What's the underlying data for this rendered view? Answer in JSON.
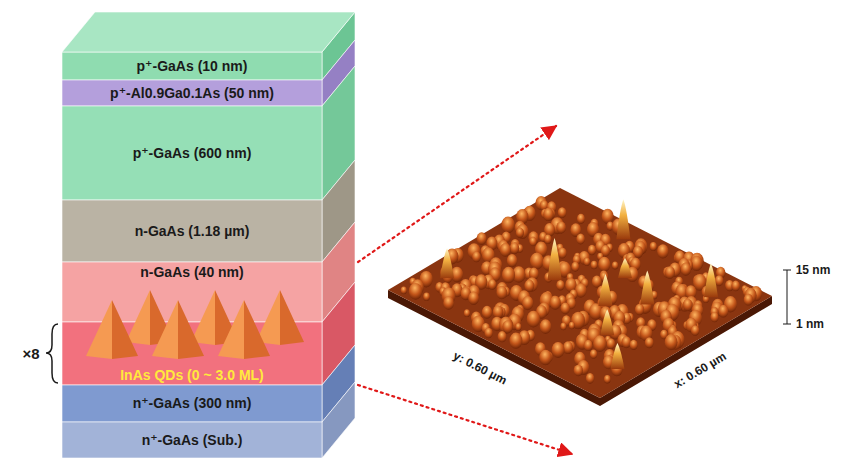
{
  "diagram": {
    "nodes": [
      {
        "text": [
          "p⁺-GaAs (10 nm)"
        ]
      },
      {
        "text": [
          "p⁺-Al0.9Ga0.1As (50 nm)"
        ]
      },
      {
        "text": [
          "p⁺-GaAs (600 nm)"
        ]
      },
      {
        "text": [
          "n-GaAs (1.18 µm)"
        ]
      },
      {
        "text": [
          "n-GaAs (40 nm)"
        ]
      },
      {
        "text": [
          "InAs QDs (0 ~ 3.0 ML)"
        ]
      },
      {
        "text": [
          "n⁺-GaAs (300 nm)"
        ]
      },
      {
        "text": [
          "n⁺-GaAs (Sub.)"
        ]
      }
    ],
    "labels": [
      "×8",
      "y: 0.60 µm",
      "x: 0.60 µm",
      "15 nm",
      "1 nm"
    ]
  }
}
